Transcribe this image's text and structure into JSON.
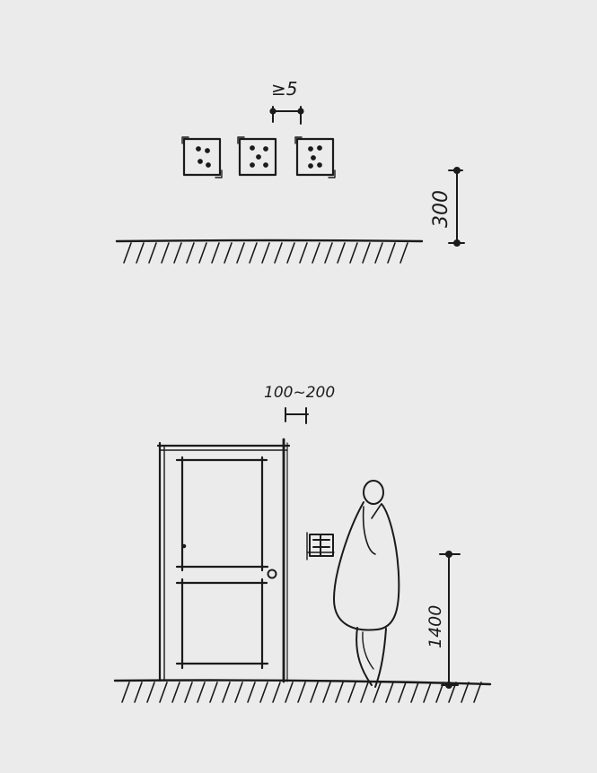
{
  "upper_sketch": {
    "spacing_label": "≥5",
    "height_label": "300",
    "socket_count": 3
  },
  "lower_sketch": {
    "offset_label": "100~200",
    "height_label": "1400"
  },
  "colors": {
    "ink": "#1b1b1b",
    "paper": "#ebebeb"
  }
}
